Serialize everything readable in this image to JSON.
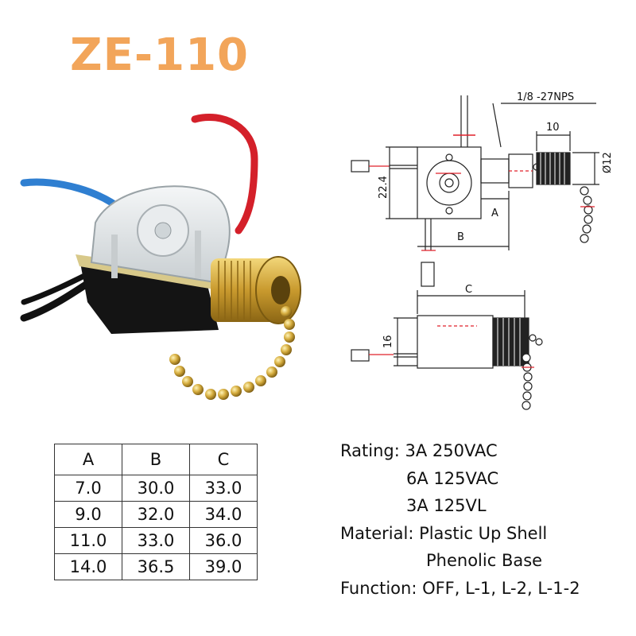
{
  "title": "ZE-110",
  "drawing": {
    "thread_label": "1/8 -27NPS",
    "dim_10": "10",
    "dim_22_4": "22.4",
    "dim_d12": "Ø12",
    "dim_a": "A",
    "dim_b": "B",
    "dim_c": "C",
    "dim_16": "16"
  },
  "table": {
    "headers": [
      "A",
      "B",
      "C"
    ],
    "rows": [
      [
        "7.0",
        "30.0",
        "33.0"
      ],
      [
        "9.0",
        "32.0",
        "34.0"
      ],
      [
        "11.0",
        "33.0",
        "36.0"
      ],
      [
        "14.0",
        "36.5",
        "39.0"
      ]
    ]
  },
  "specs": {
    "rating_line1": "Rating: 3A 250VAC",
    "rating_line2": "6A 125VAC",
    "rating_line3": "3A 125VL",
    "material_line1": "Material: Plastic Up Shell",
    "material_line2": "Phenolic Base",
    "function_line": "Function: OFF, L-1, L-2, L-1-2"
  },
  "colors": {
    "title": "#f2a55a",
    "brass": "#d9b04a",
    "wire_red": "#d4202a",
    "wire_blue": "#2f7fd1",
    "wire_black": "#111111",
    "mark_red": "#e0202a"
  }
}
